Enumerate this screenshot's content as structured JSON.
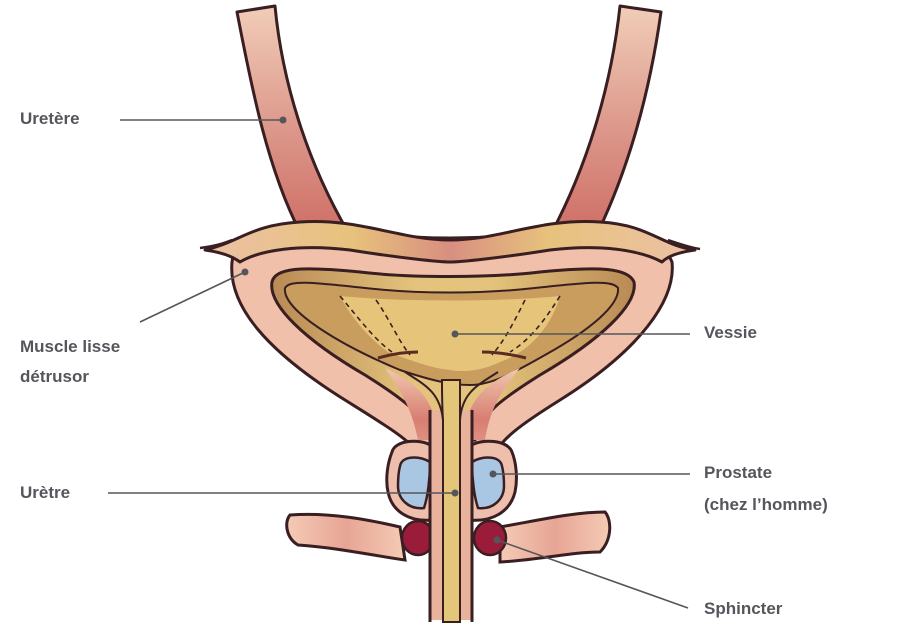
{
  "labels": {
    "uretere": "Uretère",
    "muscle_line1": "Muscle lisse",
    "muscle_line2": "détrusor",
    "urethre": "Urètre",
    "vessie": "Vessie",
    "prostate_line1": "Prostate",
    "prostate_line2": "(chez l’homme)",
    "sphincter": "Sphincter"
  },
  "colors": {
    "outline": "#3a1f22",
    "ureter_fill": "#d4837a",
    "bladder_wall": "#f0c0aa",
    "bladder_lumen": "#dcb870",
    "bladder_interior": "#c79a5a",
    "prostate": "#a9c6e2",
    "sphincter": "#9b1c3a",
    "urethra": "#e3c67a",
    "label_text": "#55565b"
  }
}
